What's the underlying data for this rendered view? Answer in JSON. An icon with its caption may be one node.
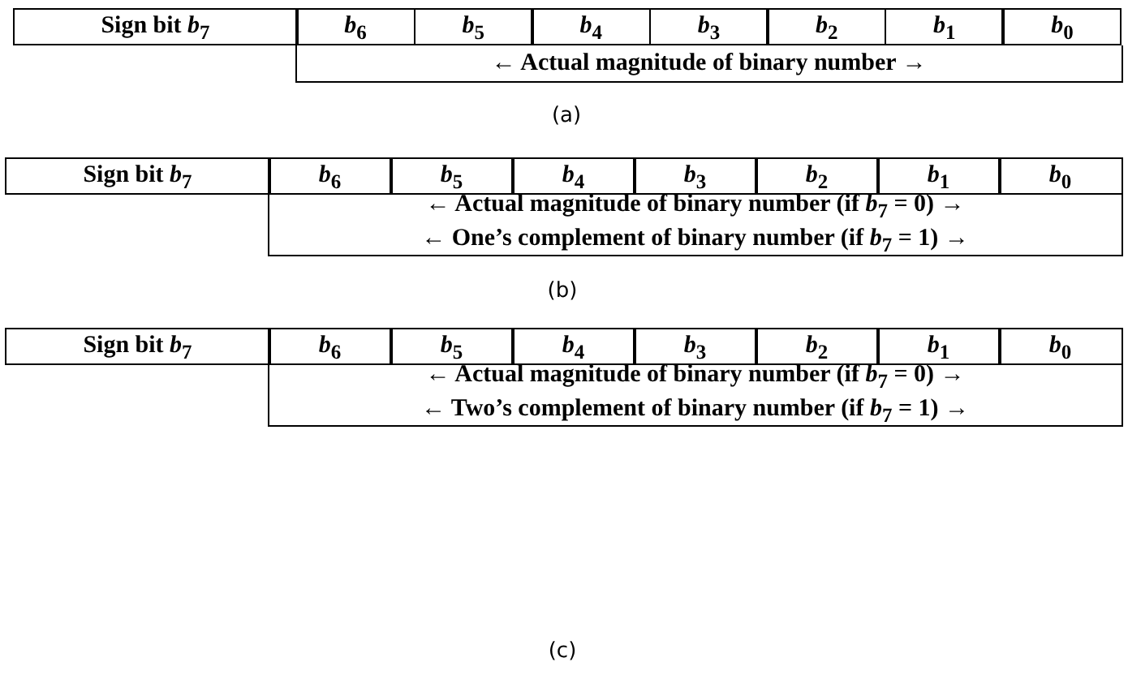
{
  "diagram": {
    "labels": [
      "Sign bit *b*$_{7}$",
      "*b*$_{6}$",
      "*b*$_{5}$",
      "*b*$_{4}$",
      "*b*$_{3}$",
      "*b*$_{2}$",
      "*b*$_{1}$",
      "*b*$_{0}$",
      "← Actual magnitude of binary number →",
      "(a)",
      "Sign bit *b*$_{7}$",
      "*b*$_{6}$",
      "*b*$_{5}$",
      "*b*$_{4}$",
      "*b*$_{3}$",
      "*b*$_{2}$",
      "*b*$_{1}$",
      "*b*$_{0}$",
      "← Actual magnitude of binary number (if *b*$_{7}$ = 0) →",
      "← One’s complement of binary number (if *b*$_{7}$ = 1) →",
      "(b)",
      "Sign bit *b*$_{7}$",
      "*b*$_{6}$",
      "*b*$_{5}$",
      "*b*$_{4}$",
      "*b*$_{3}$",
      "*b*$_{2}$",
      "*b*$_{1}$",
      "*b*$_{0}$",
      "← Actual magnitude of binary number (if *b*$_{7}$ = 0) →",
      "← Two’s complement of binary number (if *b*$_{7}$ = 1) →",
      "(c)"
    ]
  }
}
